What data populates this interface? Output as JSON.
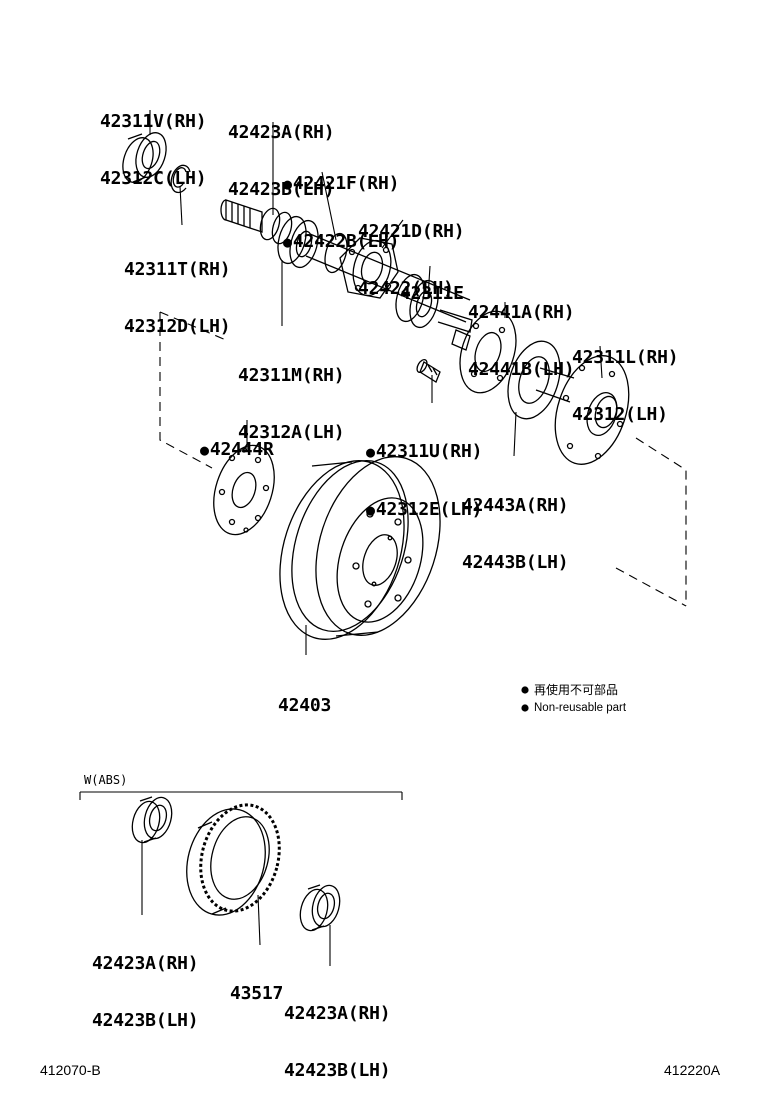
{
  "parts": [
    {
      "id": "p1",
      "lines": [
        "42311V(RH)",
        "42312C(LH)"
      ],
      "nonreusable": false
    },
    {
      "id": "p2",
      "lines": [
        "42423A(RH)",
        "42423B(LH)"
      ],
      "nonreusable": false
    },
    {
      "id": "p3",
      "lines": [
        "42421F(RH)",
        "42422B(LH)"
      ],
      "nonreusable": true
    },
    {
      "id": "p4",
      "lines": [
        "42421D(RH)",
        "42422(LH)"
      ],
      "nonreusable": false
    },
    {
      "id": "p5",
      "lines": [
        "42311T(RH)",
        "42312D(LH)"
      ],
      "nonreusable": false
    },
    {
      "id": "p6",
      "lines": [
        "42311E"
      ],
      "nonreusable": false
    },
    {
      "id": "p7",
      "lines": [
        "42441A(RH)",
        "42441B(LH)"
      ],
      "nonreusable": false
    },
    {
      "id": "p8",
      "lines": [
        "42311L(RH)",
        "42312(LH)"
      ],
      "nonreusable": false
    },
    {
      "id": "p9",
      "lines": [
        "42311M(RH)",
        "42312A(LH)"
      ],
      "nonreusable": false
    },
    {
      "id": "p10",
      "lines": [
        "42444R"
      ],
      "nonreusable": true
    },
    {
      "id": "p11",
      "lines": [
        "42311U(RH)",
        "42312E(LH)"
      ],
      "nonreusable": true
    },
    {
      "id": "p12",
      "lines": [
        "42443A(RH)",
        "42443B(LH)"
      ],
      "nonreusable": false
    },
    {
      "id": "p13",
      "lines": [
        "42403"
      ],
      "nonreusable": false
    },
    {
      "id": "p14",
      "lines": [
        "42423A(RH)",
        "42423B(LH)"
      ],
      "nonreusable": false
    },
    {
      "id": "p15",
      "lines": [
        "43517"
      ],
      "nonreusable": false
    },
    {
      "id": "p16",
      "lines": [
        "42423A(RH)",
        "42423B(LH)"
      ],
      "nonreusable": false
    }
  ],
  "legend": {
    "jp": "再使用不可部品",
    "en": "Non-reusable part"
  },
  "abs_group_label": "W(ABS)",
  "footer": {
    "left_code": "412070-B",
    "right_code": "412220A"
  },
  "colors": {
    "ink": "#000000",
    "paper": "#ffffff"
  }
}
